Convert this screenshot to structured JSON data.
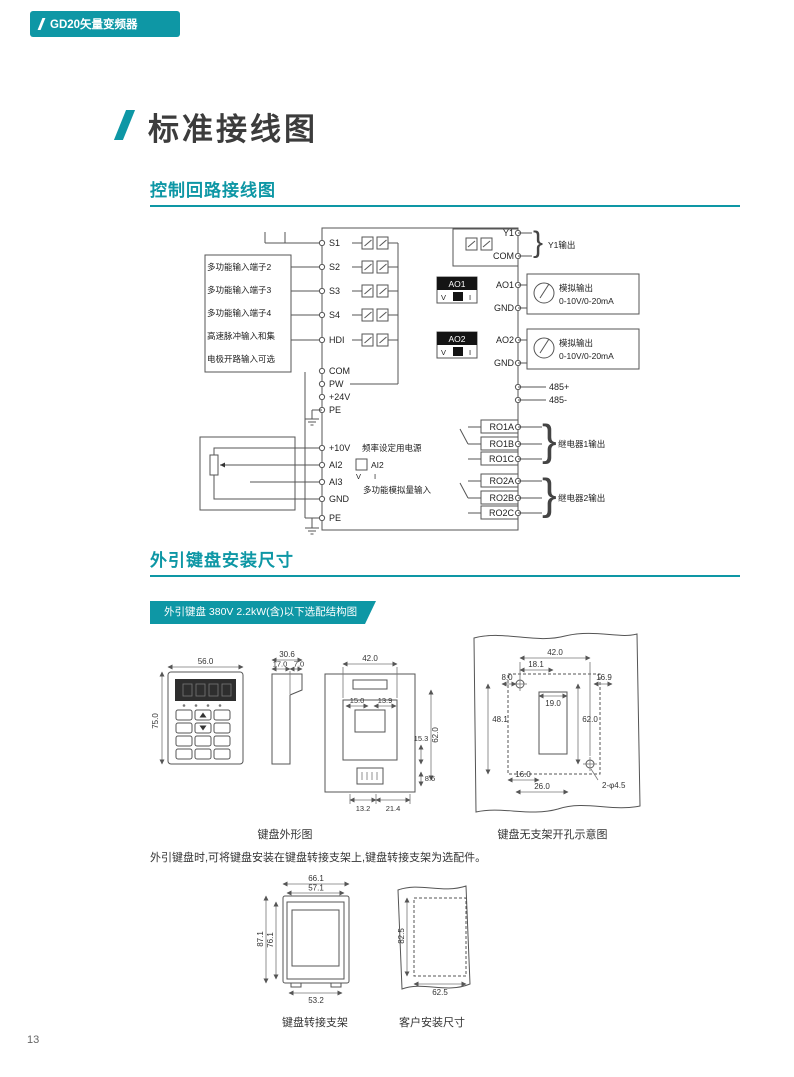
{
  "theme": {
    "accent": "#0E97A5"
  },
  "header": {
    "brand": "GD20矢量变频器"
  },
  "title": "标准接线图",
  "sections": {
    "wiring_heading": "控制回路接线图",
    "keypad_heading": "外引键盘安装尺寸"
  },
  "wiring": {
    "left_inputs": [
      "多功能输入端子2",
      "多功能输入端子3",
      "多功能输入端子4",
      "高速脉冲输入和集",
      "电极开路输入可选"
    ],
    "terminals": {
      "s1": "S1",
      "s2": "S2",
      "s3": "S3",
      "s4": "S4",
      "hdi": "HDI",
      "com": "COM",
      "pw": "PW",
      "p24": "+24V",
      "pe": "PE",
      "p10": "+10V",
      "ai2": "AI2",
      "ai3": "AI3",
      "gnd": "GND",
      "pe2": "PE",
      "y1": "Y1",
      "ycom": "COM",
      "ao1": "AO1",
      "ao1gnd": "GND",
      "ao2": "AO2",
      "ao2gnd": "GND",
      "r485p": "485+",
      "r485n": "485-",
      "ro1a": "RO1A",
      "ro1b": "RO1B",
      "ro1c": "RO1C",
      "ro2a": "RO2A",
      "ro2b": "RO2B",
      "ro2c": "RO2C"
    },
    "labels": {
      "freq_supply": "频率设定用电源",
      "multi_analog": "多功能模拟量输入",
      "ai2_switch": "AI2",
      "y1_out": "Y1输出",
      "analog_out": "模拟输出",
      "analog_range": "0-10V/0-20mA",
      "relay1": "继电器1输出",
      "relay2": "继电器2输出",
      "v": "V",
      "i": "I"
    }
  },
  "keypad": {
    "banner": "外引键盘 380V 2.2kW(含)以下选配结构图",
    "caption_outline": "键盘外形图",
    "caption_hole": "键盘无支架开孔示意图",
    "note": "外引键盘时,可将键盘安装在键盘转接支架上,键盘转接支架为选配件。",
    "caption_bracket": "键盘转接支架",
    "caption_customer": "客户安装尺寸",
    "dims": {
      "front_w": "56.0",
      "front_h": "75.0",
      "side_total": "30.6",
      "side_body": "17.0",
      "side_lip": "7.0",
      "back_w": "42.0",
      "back_d1": "15.0",
      "back_d2": "13.9",
      "back_h": "62.0",
      "back_d3": "15.3",
      "back_d4": "8.6",
      "back_d5": "13.2",
      "back_d6": "21.4",
      "hole_w": "42.0",
      "hole_d1": "18.1",
      "hole_d2": "8.0",
      "hole_d3": "16.9",
      "hole_d4": "19.0",
      "hole_d5": "48.1",
      "hole_h": "62.0",
      "hole_d6": "16.0",
      "hole_d7": "26.0",
      "hole_holes": "2-φ4.5",
      "br_w1": "66.1",
      "br_w2": "57.1",
      "br_h1": "87.1",
      "br_h2": "76.1",
      "br_w3": "53.2",
      "cust_h": "82.5",
      "cust_w": "62.5"
    }
  },
  "footer": {
    "page_number": "13"
  }
}
